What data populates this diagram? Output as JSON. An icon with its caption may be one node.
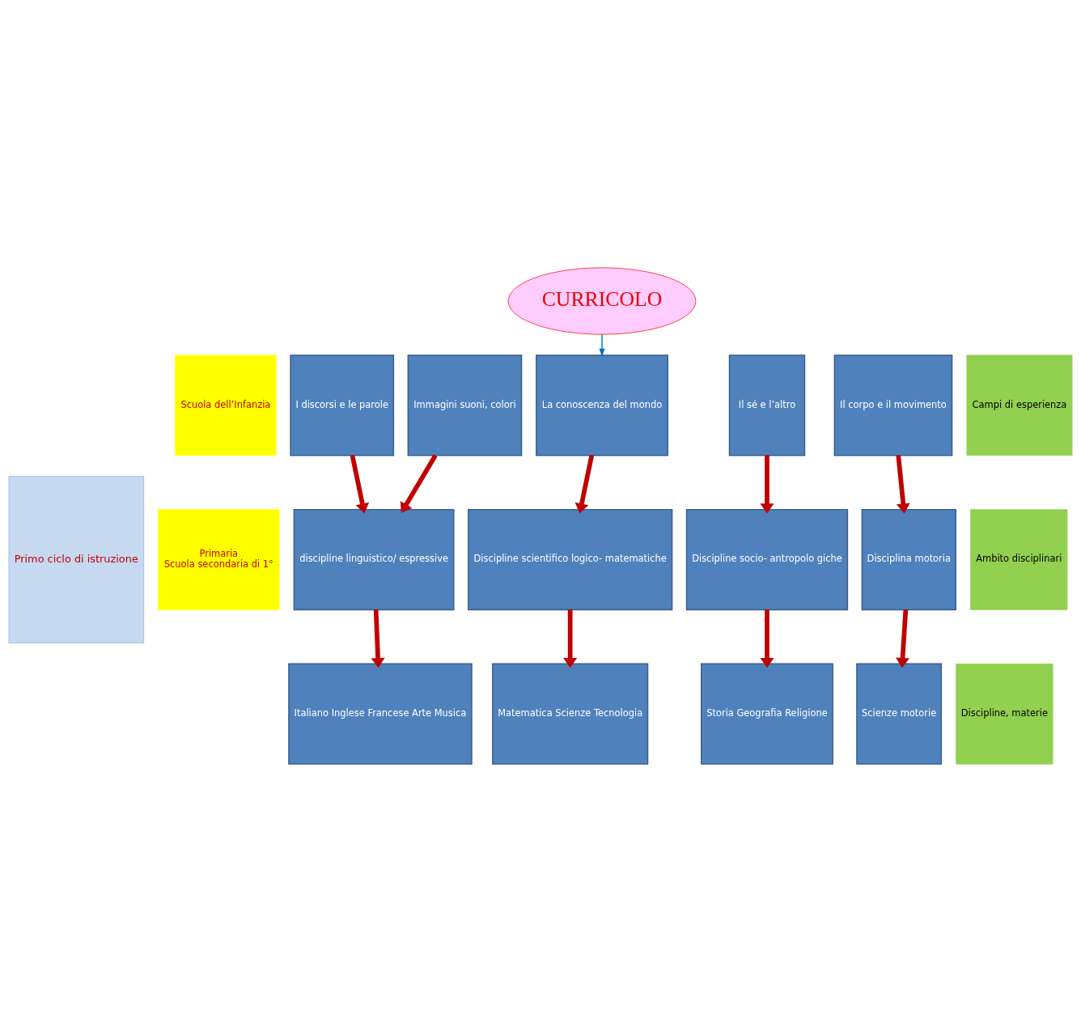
{
  "diagram": {
    "nodes": [
      {
        "text": [
          "CURRICOLO"
        ]
      },
      {
        "text": [
          "I discorsi e le parole"
        ]
      },
      {
        "text": [
          "Immagini suoni, colori"
        ]
      },
      {
        "text": [
          "La conoscenza del mondo"
        ]
      },
      {
        "text": [
          "Il sé e l’altro"
        ]
      },
      {
        "text": [
          "Il corpo e il movimento"
        ]
      },
      {
        "text": [
          "discipline linguistico/ espressive"
        ]
      },
      {
        "text": [
          "Discipline scientifico logico- matematiche"
        ]
      },
      {
        "text": [
          "Discipline socio- antropolo giche"
        ]
      },
      {
        "text": [
          "Disciplina motoria"
        ]
      },
      {
        "text": [
          "Italiano Inglese Francese Arte Musica"
        ]
      },
      {
        "text": [
          "Matematica Scienze Tecnologia"
        ]
      },
      {
        "text": [
          "Storia Geografia Religione"
        ]
      },
      {
        "text": [
          "Scienze motorie"
        ]
      },
      {
        "text": [
          "Primo ciclo di istruzione"
        ]
      },
      {
        "text": [
          "Scuola dell’Infanzia"
        ]
      },
      {
        "text": [
          "Primaria",
          "Scuola secondaria di 1°"
        ]
      },
      {
        "text": [
          "Campi di esperienza"
        ]
      },
      {
        "text": [
          "Ambito disciplinari"
        ]
      },
      {
        "text": [
          "Discipline, materie"
        ]
      }
    ],
    "edges": [
      {
        "from": 0,
        "to": 3,
        "arrow": "to",
        "color": "#0070c0"
      },
      {
        "from": 1,
        "to": 6,
        "arrow": "to"
      },
      {
        "from": 2,
        "to": 6,
        "arrow": "to"
      },
      {
        "from": 3,
        "to": 7,
        "arrow": "to"
      },
      {
        "from": 4,
        "to": 8,
        "arrow": "to"
      },
      {
        "from": 5,
        "to": 9,
        "arrow": "to"
      },
      {
        "from": 6,
        "to": 10,
        "arrow": "to"
      },
      {
        "from": 7,
        "to": 11,
        "arrow": "to"
      },
      {
        "from": 8,
        "to": 12,
        "arrow": "to"
      },
      {
        "from": 9,
        "to": 13,
        "arrow": "to"
      }
    ]
  }
}
